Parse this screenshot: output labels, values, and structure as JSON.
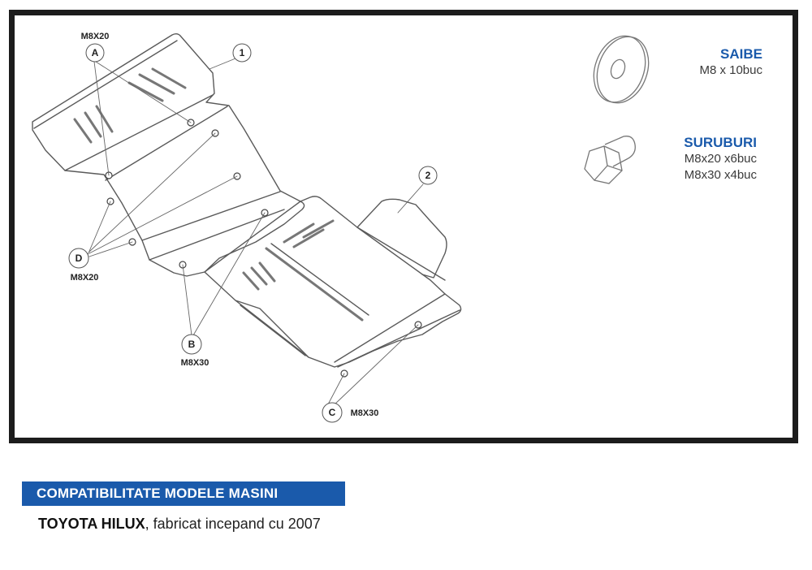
{
  "diagram": {
    "parts": [
      {
        "number": "1",
        "label": "1"
      },
      {
        "number": "2",
        "label": "2"
      }
    ],
    "fastener_callouts": [
      {
        "letter": "A",
        "size": "M8X20"
      },
      {
        "letter": "B",
        "size": "M8X30"
      },
      {
        "letter": "C",
        "size": "M8X30"
      },
      {
        "letter": "D",
        "size": "M8X20"
      }
    ]
  },
  "hardware": {
    "washers": {
      "title": "SAIBE",
      "lines": [
        "M8 x 10buc"
      ],
      "icon": "washer-icon"
    },
    "bolts": {
      "title": "SURUBURI",
      "lines": [
        "M8x20 x6buc",
        "M8x30 x4buc"
      ],
      "icon": "bolt-icon"
    }
  },
  "compatibility": {
    "heading": "COMPATIBILITATE MODELE MASINI",
    "model": "TOYOTA HILUX",
    "details": ", fabricat incepand cu 2007"
  },
  "colors": {
    "accent": "#1a5aab",
    "frame": "#1c1c1c",
    "line": "#555555"
  }
}
